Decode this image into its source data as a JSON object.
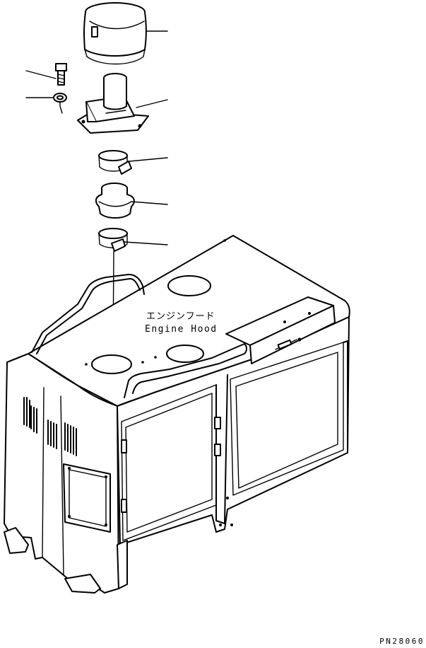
{
  "diagram": {
    "label_jp": "エンジンフード",
    "label_en": "Engine Hood",
    "drawing_code": "PN28060"
  }
}
